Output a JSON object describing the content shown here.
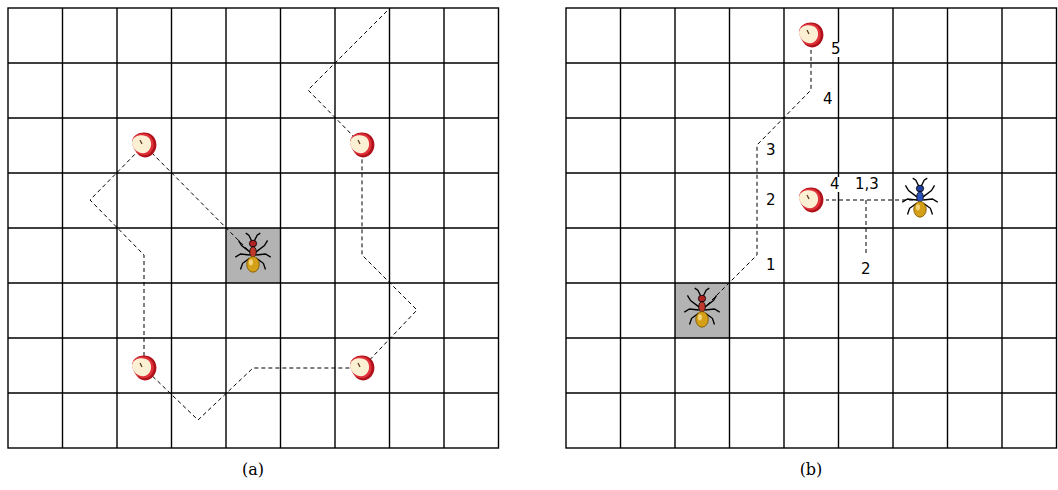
{
  "diagram": {
    "labels": [
      "(a)",
      "(b)",
      "5",
      "4",
      "3",
      "2",
      "1",
      "4",
      "1,3",
      "2"
    ]
  }
}
